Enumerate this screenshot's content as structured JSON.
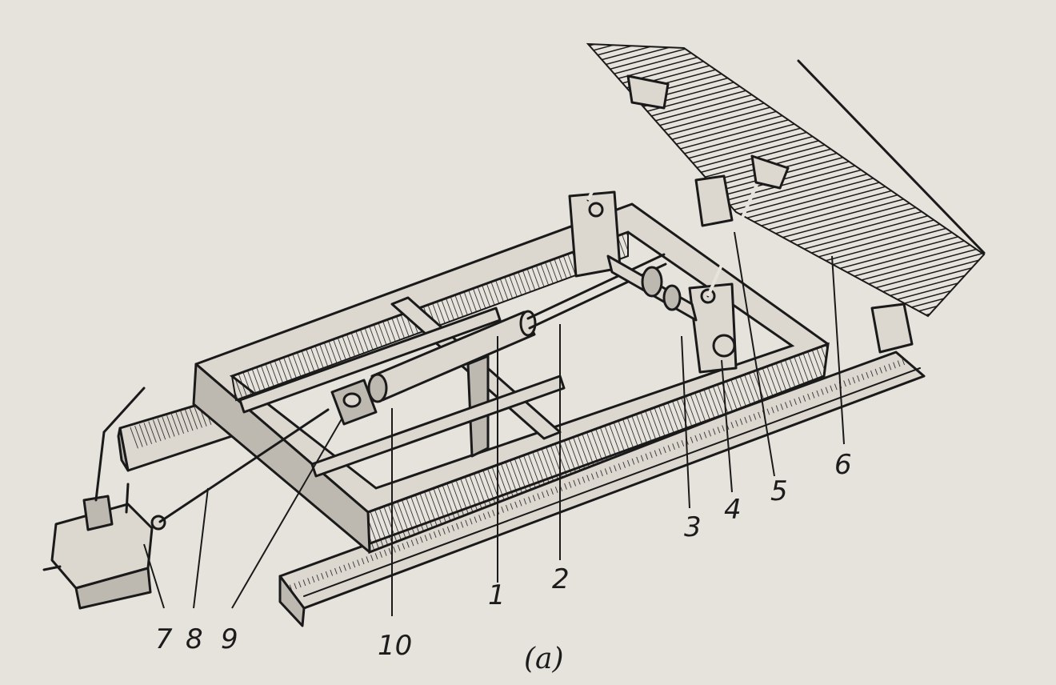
{
  "callouts": [
    {
      "id": "1",
      "text": "1"
    },
    {
      "id": "2",
      "text": "2"
    },
    {
      "id": "3",
      "text": "3"
    },
    {
      "id": "4",
      "text": "4"
    },
    {
      "id": "5",
      "text": "5"
    },
    {
      "id": "6",
      "text": "6"
    },
    {
      "id": "7",
      "text": "7"
    },
    {
      "id": "8",
      "text": "8"
    },
    {
      "id": "9",
      "text": "9"
    },
    {
      "id": "10",
      "text": "10"
    }
  ],
  "caption": "(a)",
  "colors": {
    "paper": "#e6e3dc",
    "ink": "#1a1a1a",
    "hatch": "#2b2b2b"
  }
}
